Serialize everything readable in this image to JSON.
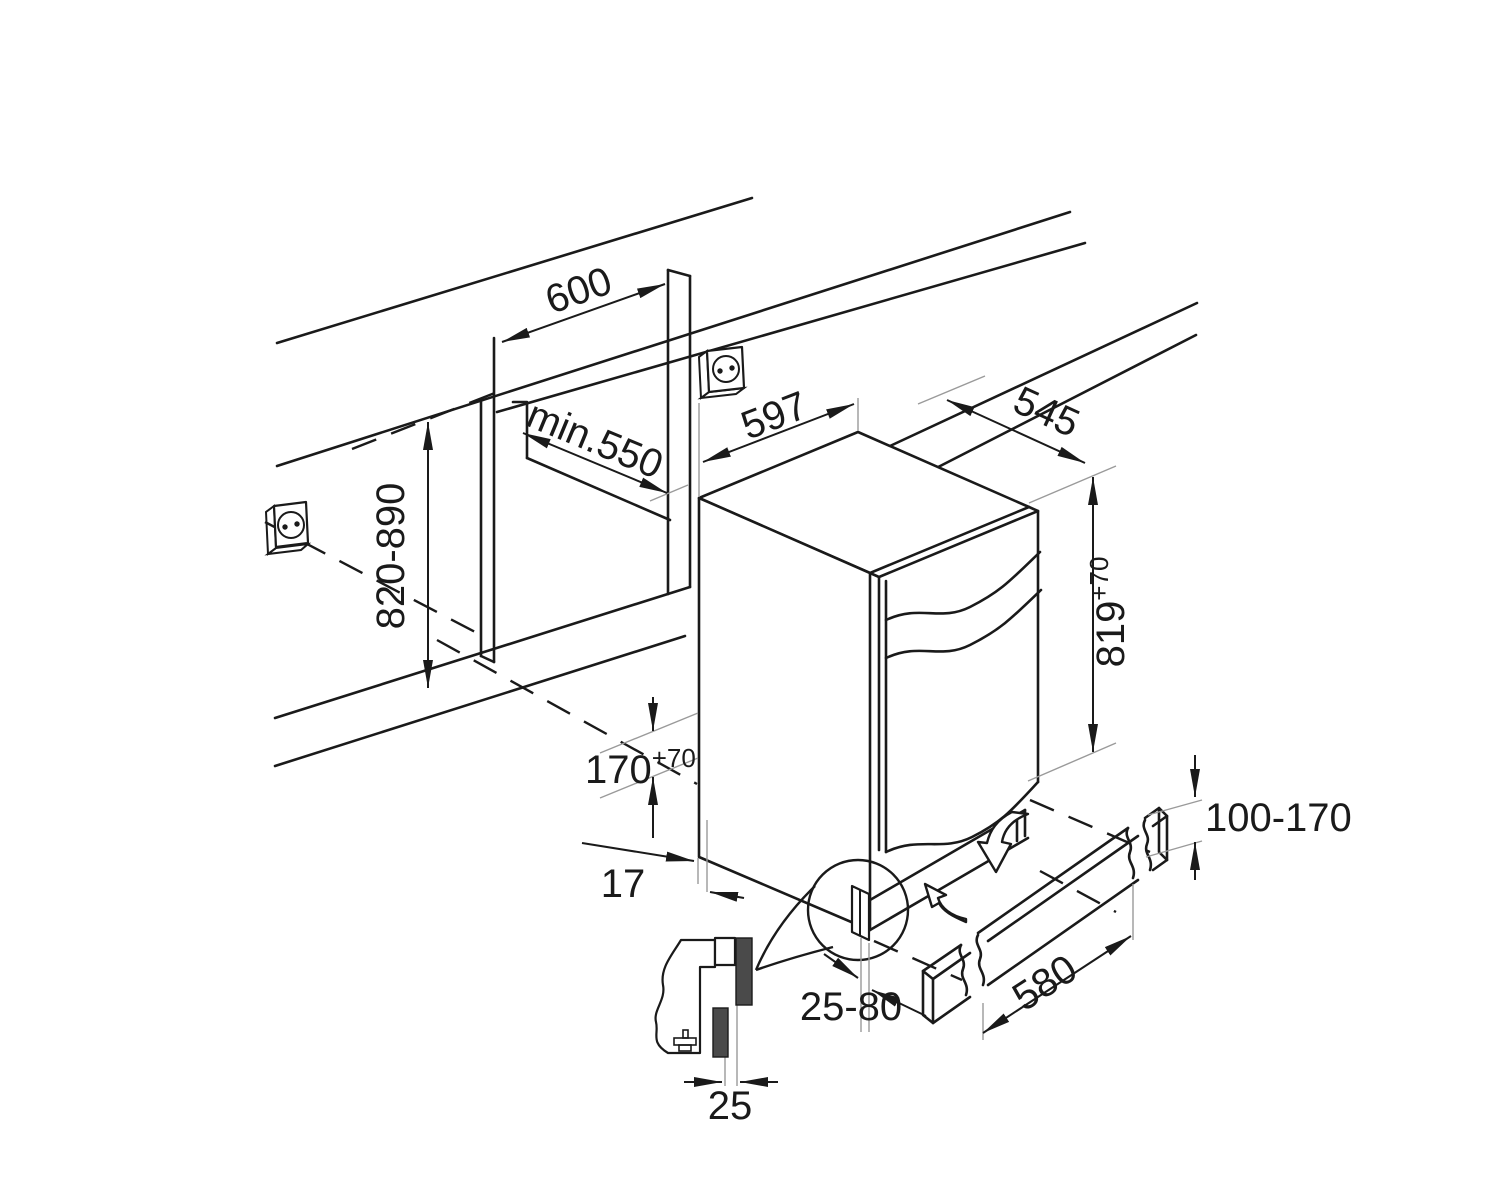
{
  "diagram": {
    "background": "#ffffff",
    "line_color": "#1a1a1a",
    "thin_line_color": "#9a9a9a",
    "panel_fill": "#4a4a4a"
  },
  "labels": {
    "niche_width": "600",
    "niche_depth": "min.550",
    "niche_height": "820-890",
    "appliance_width": "597",
    "appliance_depth": "545",
    "appliance_height": "819",
    "appliance_height_tolerance": "+70",
    "plinth_recess_height": "170",
    "plinth_recess_height_tolerance": "+70",
    "plinth_recess_depth": "17",
    "plinth_panel_height_range": "100-170",
    "plinth_gap_range": "25-80",
    "plinth_board_length": "580",
    "plinth_panel_thickness": "25"
  },
  "icons": {
    "outlet": "power-outlet-icon"
  }
}
